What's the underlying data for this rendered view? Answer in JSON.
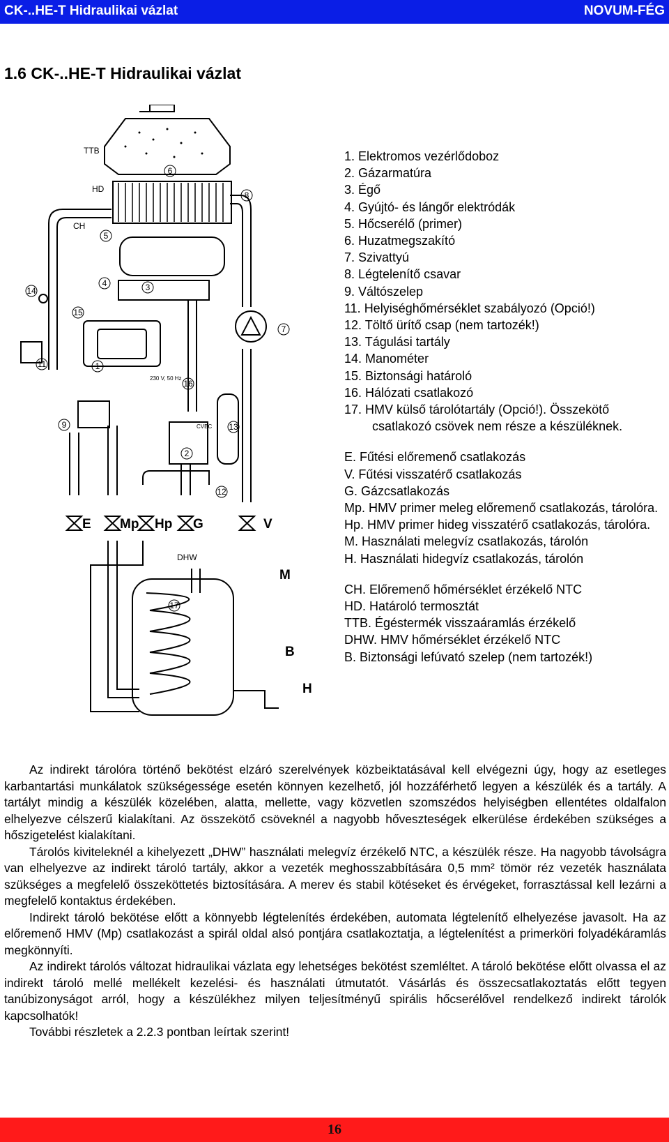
{
  "header": {
    "left_title": "CK-..HE-T Hidraulikai vázlat",
    "right_title": "NOVUM-FÉG",
    "color": "#0a1ee6"
  },
  "section_title": "1.6 CK-..HE-T Hidraulikai vázlat",
  "diagram": {
    "callouts": [
      "1",
      "2",
      "3",
      "4",
      "5",
      "6",
      "7",
      "8",
      "9",
      "11",
      "12",
      "13",
      "14",
      "15",
      "16",
      "17"
    ],
    "labels": {
      "ttb": "TTB",
      "hd": "HD",
      "ch": "CH",
      "dhw": "DHW",
      "cvbc": "CVBC",
      "power": "230 V, 50 Hz",
      "e": "E",
      "mp": "Mp",
      "hp": "Hp",
      "g": "G",
      "v": "V",
      "m": "M",
      "b": "B",
      "h": "H"
    }
  },
  "legend": {
    "numbered": [
      "1.  Elektromos vezérlődoboz",
      "2.  Gázarmatúra",
      "3.  Égő",
      "4.  Gyújtó- és lángőr elektródák",
      "5.  Hőcserélő (primer)",
      "6.  Huzatmegszakító",
      "7.  Szivattyú",
      "8.  Légtelenítő csavar",
      "9.  Váltószelep",
      "11. Helyiséghőmérséklet szabályozó (Opció!)",
      "12. Töltő ürítő csap (nem tartozék!)",
      "13. Tágulási tartály",
      "14. Manométer",
      "15. Biztonsági határoló",
      "16. Hálózati csatlakozó",
      "17. HMV külső tárolótartály (Opció!). Összekötő csatlakozó csövek nem része a készüléknek."
    ],
    "connections": [
      "E.  Fűtési előremenő csatlakozás",
      "V.  Fűtési visszatérő csatlakozás",
      "G.  Gázcsatlakozás",
      "Mp.  HMV primer meleg előremenő csatlakozás, tárolóra.",
      "Hp.  HMV primer hideg visszatérő csatlakozás, tárolóra.",
      "M.  Használati melegvíz csatlakozás, tárolón",
      "H.  Használati hidegvíz csatlakozás, tárolón"
    ],
    "sensors": [
      "CH.  Előremenő hőmérséklet érzékelő NTC",
      "HD.  Határoló termosztát",
      "TTB.  Égéstermék visszaáramlás érzékelő",
      "DHW.  HMV hőmérséklet érzékelő NTC",
      "B.  Biztonsági lefúvató szelep  (nem tartozék!)"
    ]
  },
  "body": {
    "paragraphs": [
      "Az indirekt tárolóra történő bekötést elzáró szerelvények közbeiktatásával kell elvégezni úgy, hogy az esetleges karbantartási munkálatok szükségessége esetén könnyen kezelhető, jól hozzáférhető legyen a készülék és a tartály. A tartályt mindig a készülék közelében, alatta, mellette, vagy közvetlen szomszédos helyiségben ellentétes oldalfalon elhelyezve célszerű kialakítani. Az összekötő csöveknél a nagyobb hőveszteségek elkerülése érdekében szükséges a hőszigetelést kialakítani.",
      "Tárolós kiviteleknél a kihelyezett „DHW” használati melegvíz érzékelő NTC, a készülék része. Ha nagyobb távolságra van elhelyezve az indirekt tároló tartály, akkor a vezeték meghosszabbítására 0,5 mm² tömör réz vezeték használata szükséges a megfelelő összeköttetés biztosítására. A merev és stabil kötéseket és érvégeket, forrasztással kell lezárni a megfelelő kontaktus érdekében.",
      "Indirekt tároló bekötése előtt a könnyebb légtelenítés érdekében, automata légtelenítő elhelyezése javasolt. Ha az előremenő HMV (Mp) csatlakozást a spirál oldal alsó pontjára csatlakoztatja, a légtelenítést a primerköri folyadékáramlás megkönnyíti.",
      "Az indirekt tárolós változat hidraulikai vázlata egy lehetséges bekötést szemléltet. A tároló bekötése előtt olvassa el az indirekt tároló mellé mellékelt kezelési- és használati útmutatót. Vásárlás és összecsatlakoztatás előtt tegyen tanúbizonyságot arról, hogy a készülékhez milyen teljesítményű spirális hőcserélővel rendelkező indirekt tárolók kapcsolhatók!",
      "További részletek a 2.2.3 pontban leírtak szerint!"
    ]
  },
  "footer": {
    "page_number": "16",
    "color": "#ff1a1a"
  }
}
